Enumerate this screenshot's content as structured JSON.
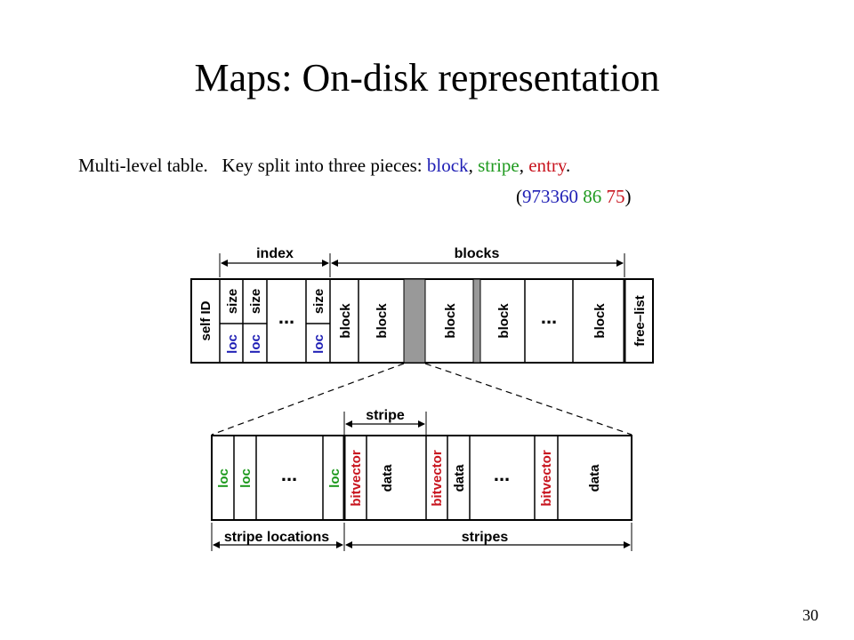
{
  "slide": {
    "title": "Maps: On-disk representation",
    "desc_prefix": "Multi-level table.   Key split into three pieces: ",
    "piece_block": "block",
    "sep1": ", ",
    "piece_stripe": "stripe",
    "sep2": ", ",
    "piece_entry": "entry",
    "end": ".",
    "example_open": "(",
    "example_block": "973360",
    "example_stripe": "86",
    "example_entry": "75",
    "example_close": ")",
    "page_number": "30"
  },
  "colors": {
    "blue": "#1f1fb5",
    "green": "#1f9a1f",
    "red": "#c8141e",
    "gray_fill": "#999999"
  },
  "top_table": {
    "index_label": "index",
    "blocks_label": "blocks",
    "self_id": "self ID",
    "size_label": "size",
    "loc_label": "loc",
    "dots": "...",
    "block_label": "block",
    "free_list": "free–list"
  },
  "bottom_table": {
    "stripe_label": "stripe",
    "loc_label": "loc",
    "dots": "...",
    "bitvector_label": "bitvector",
    "data_label": "data",
    "stripe_locations": "stripe locations",
    "stripes": "stripes"
  }
}
